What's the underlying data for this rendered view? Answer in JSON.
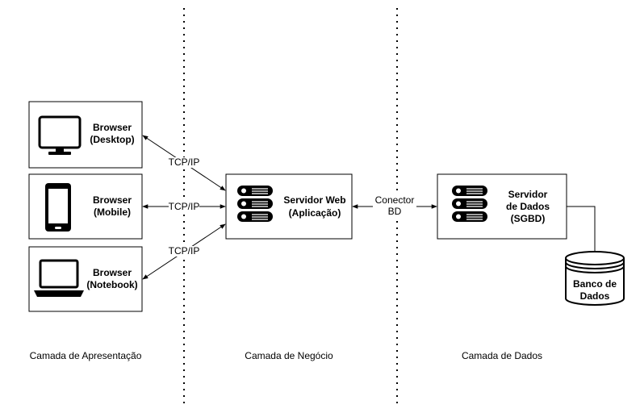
{
  "layers": {
    "presentation": "Camada de Apresentação",
    "business": "Camada de Negócio",
    "data": "Camada de Dados"
  },
  "clients": [
    {
      "line1": "Browser",
      "line2": "(Desktop)",
      "icon": "monitor-icon"
    },
    {
      "line1": "Browser",
      "line2": "(Mobile)",
      "icon": "smartphone-icon"
    },
    {
      "line1": "Browser",
      "line2": "(Notebook)",
      "icon": "laptop-icon"
    }
  ],
  "protocol_labels": [
    "TCP/IP",
    "TCP/IP",
    "TCP/IP"
  ],
  "web_server": {
    "line1": "Servidor Web",
    "line2": "(Aplicação)",
    "icon": "server-icon"
  },
  "connector": {
    "line1": "Conector",
    "line2": "BD"
  },
  "data_server": {
    "line1": "Servidor",
    "line2": "de Dados",
    "line3": "(SGBD)",
    "icon": "server-icon"
  },
  "database": {
    "line1": "Banco de",
    "line2": "Dados",
    "icon": "database-icon"
  },
  "colors": {
    "stroke": "#000000",
    "background": "#ffffff"
  }
}
